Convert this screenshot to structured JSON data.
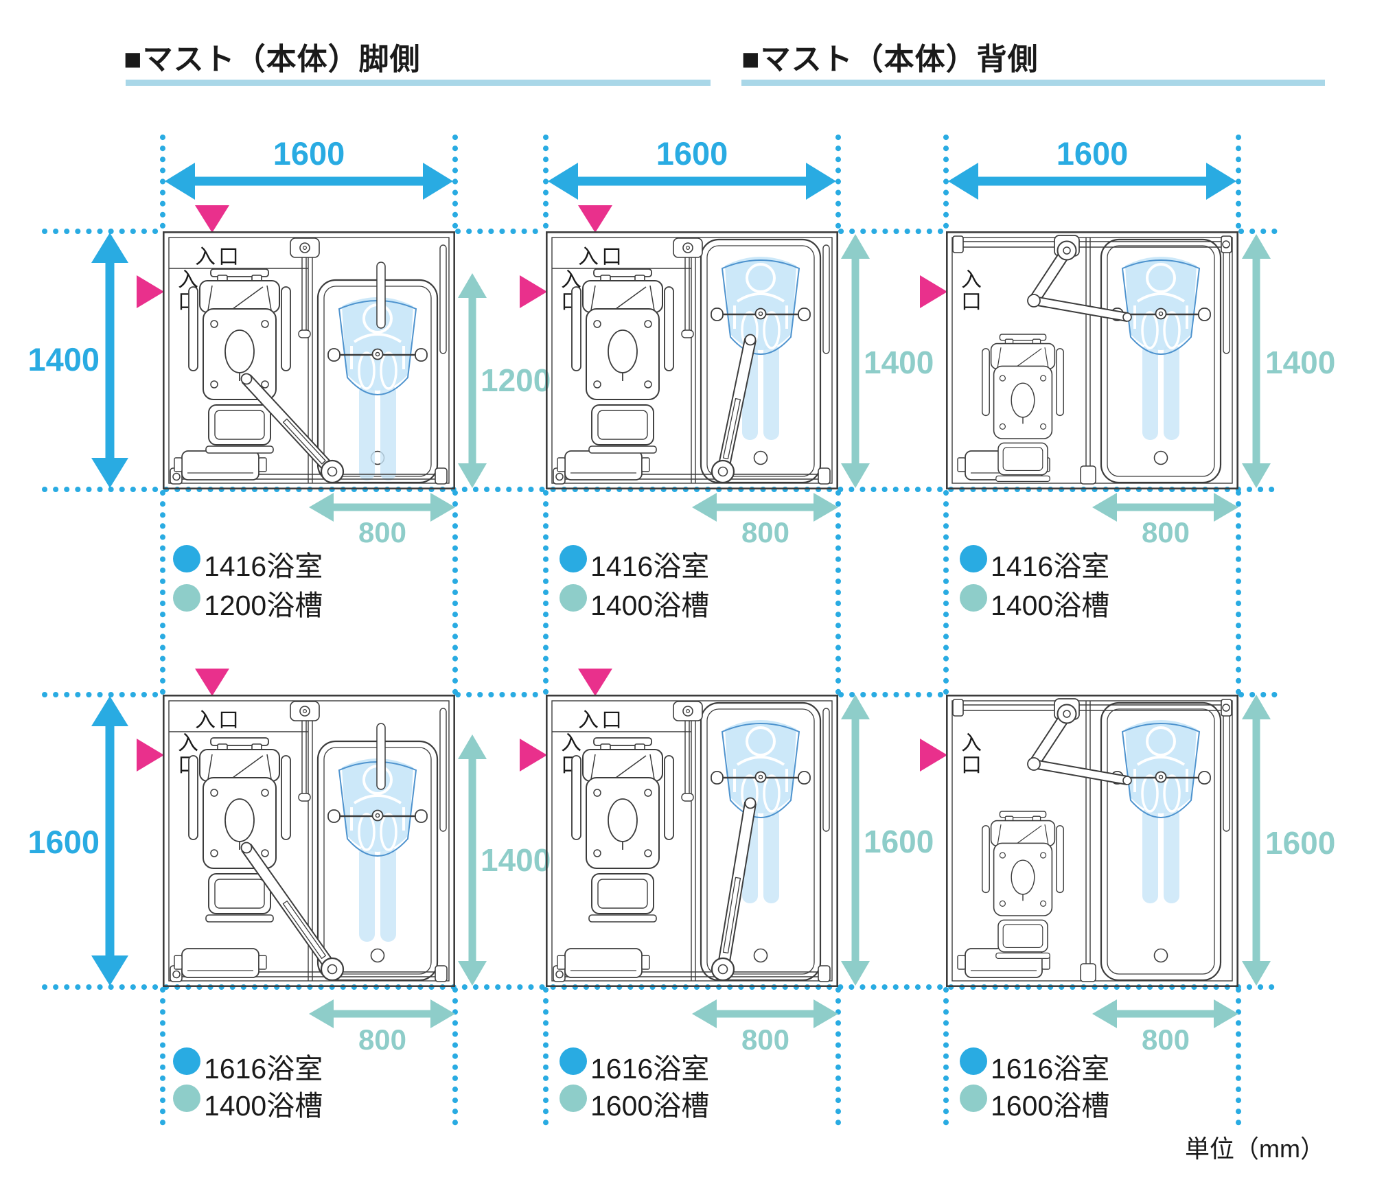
{
  "unit_note": "単位（mm）",
  "entrance_label": "入口",
  "colors": {
    "dimension_blue": "#29ABE2",
    "tub_teal": "#8ECDC9",
    "entrance_pink": "#E9308C",
    "line": "#3C3C3C",
    "person_fill": "#C7E5F8",
    "sling_outline": "#4E93CE",
    "header_underline": "#A9D7E8"
  },
  "sections": [
    {
      "title": "■マスト（本体）脚側"
    },
    {
      "title": "■マスト（本体）背側"
    }
  ],
  "rows": [
    {
      "height_label": "1400"
    },
    {
      "height_label": "1600"
    }
  ],
  "diagrams": [
    {
      "id": "legside-1416-1200",
      "variant": "A",
      "row": 0,
      "col": 0,
      "top_width": "1600",
      "tub_length": "1200",
      "tub_mm": 1200,
      "tub_width": "800",
      "entrance_top": true,
      "legend": [
        {
          "color_key": "dimension_blue",
          "text": "1416浴室"
        },
        {
          "color_key": "tub_teal",
          "text": "1200浴槽"
        }
      ]
    },
    {
      "id": "legside-1416-1400",
      "variant": "B",
      "row": 0,
      "col": 1,
      "top_width": "1600",
      "tub_length": "1400",
      "tub_mm": 1400,
      "tub_width": "800",
      "entrance_top": true,
      "legend": [
        {
          "color_key": "dimension_blue",
          "text": "1416浴室"
        },
        {
          "color_key": "tub_teal",
          "text": "1400浴槽"
        }
      ]
    },
    {
      "id": "backside-1416-1400",
      "variant": "C",
      "row": 0,
      "col": 2,
      "top_width": "1600",
      "tub_length": "1400",
      "tub_mm": 1400,
      "tub_width": "800",
      "entrance_top": false,
      "legend": [
        {
          "color_key": "dimension_blue",
          "text": "1416浴室"
        },
        {
          "color_key": "tub_teal",
          "text": "1400浴槽"
        }
      ]
    },
    {
      "id": "legside-1616-1400",
      "variant": "A",
      "row": 1,
      "col": 0,
      "top_width": null,
      "tub_length": "1400",
      "tub_mm": 1400,
      "tub_width": "800",
      "entrance_top": true,
      "legend": [
        {
          "color_key": "dimension_blue",
          "text": "1616浴室"
        },
        {
          "color_key": "tub_teal",
          "text": "1400浴槽"
        }
      ]
    },
    {
      "id": "legside-1616-1600",
      "variant": "B",
      "row": 1,
      "col": 1,
      "top_width": null,
      "tub_length": "1600",
      "tub_mm": 1600,
      "tub_width": "800",
      "entrance_top": true,
      "legend": [
        {
          "color_key": "dimension_blue",
          "text": "1616浴室"
        },
        {
          "color_key": "tub_teal",
          "text": "1600浴槽"
        }
      ]
    },
    {
      "id": "backside-1616-1600",
      "variant": "C",
      "row": 1,
      "col": 2,
      "top_width": null,
      "tub_length": "1600",
      "tub_mm": 1600,
      "tub_width": "800",
      "entrance_top": false,
      "legend": [
        {
          "color_key": "dimension_blue",
          "text": "1616浴室"
        },
        {
          "color_key": "tub_teal",
          "text": "1600浴槽"
        }
      ]
    }
  ]
}
